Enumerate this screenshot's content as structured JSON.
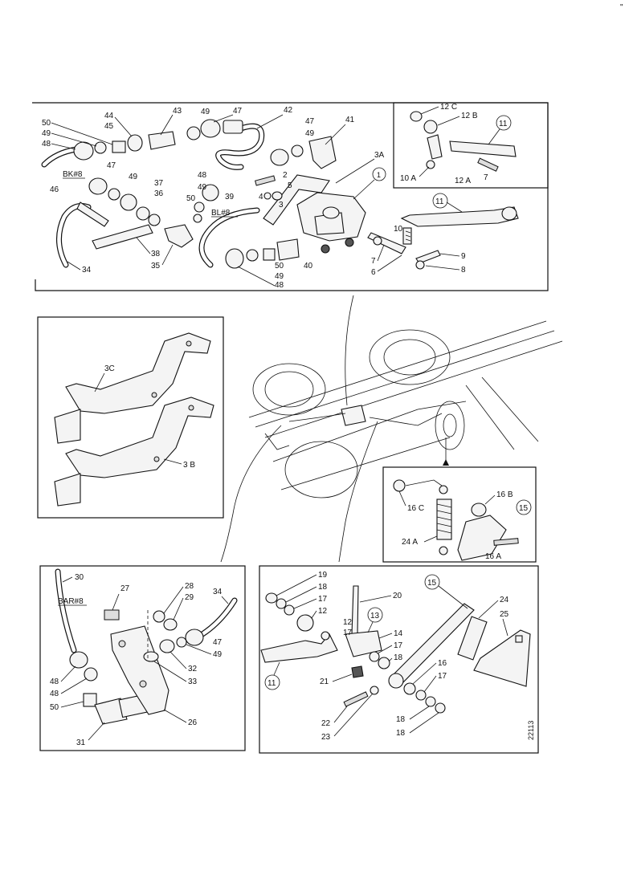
{
  "corner_mark": "\"",
  "drawing_number": "22113",
  "top_panel": {
    "labels": {
      "l50": "50",
      "l49": "49",
      "l48": "48",
      "l44": "44",
      "l45": "45",
      "l43": "43",
      "l49b": "49",
      "l47": "47",
      "l42": "42",
      "l47b": "47",
      "l49c": "49",
      "l41": "41",
      "l3a": "3A",
      "l1": "1",
      "l2": "2",
      "l5": "5",
      "l4": "4",
      "l3": "3",
      "bk": "BK#8",
      "bl": "BL#8",
      "l46": "46",
      "l47c": "47",
      "l49d": "49",
      "l37": "37",
      "l36": "36",
      "l48b": "48",
      "l49e": "49",
      "l50b": "50",
      "l39": "39",
      "l34": "34",
      "l38": "38",
      "l35": "35",
      "l50c": "50",
      "l49f": "49",
      "l48c": "48",
      "l40": "40",
      "l11": "11",
      "l10": "10",
      "l7": "7",
      "l6": "6",
      "l9": "9",
      "l8": "8"
    }
  },
  "inset_top_right": {
    "labels": {
      "l12c": "12 C",
      "l12b": "12 B",
      "l11": "11",
      "l10a": "10 A",
      "l12a": "12 A",
      "l7": "7"
    }
  },
  "left_brackets": {
    "labels": {
      "l3c": "3C",
      "l3b": "3 B"
    }
  },
  "right_spring_inset": {
    "labels": {
      "l16c": "16 C",
      "l16b": "16 B",
      "l15": "15",
      "l24a": "24 A",
      "l16a": "16 A"
    }
  },
  "bottom_left_panel": {
    "labels": {
      "l30": "30",
      "bar": "BAR#8",
      "l27": "27",
      "l28": "28",
      "l29": "29",
      "l34": "34",
      "l47": "47",
      "l49": "49",
      "l32": "32",
      "l33": "33",
      "l48": "48",
      "l48b": "48",
      "l50": "50",
      "l31": "31",
      "l26": "26"
    }
  },
  "bottom_right_panel": {
    "labels": {
      "l19": "19",
      "l18": "18",
      "l17": "17",
      "l12": "12",
      "l20": "20",
      "l12b": "12",
      "l17b": "17",
      "l13": "13",
      "l15": "15",
      "l24": "24",
      "l25": "25",
      "l14": "14",
      "l17c": "17",
      "l18b": "18",
      "l16": "16",
      "l17d": "17",
      "l11": "11",
      "l21": "21",
      "l22": "22",
      "l23": "23",
      "l18c": "18",
      "l18d": "18"
    }
  }
}
